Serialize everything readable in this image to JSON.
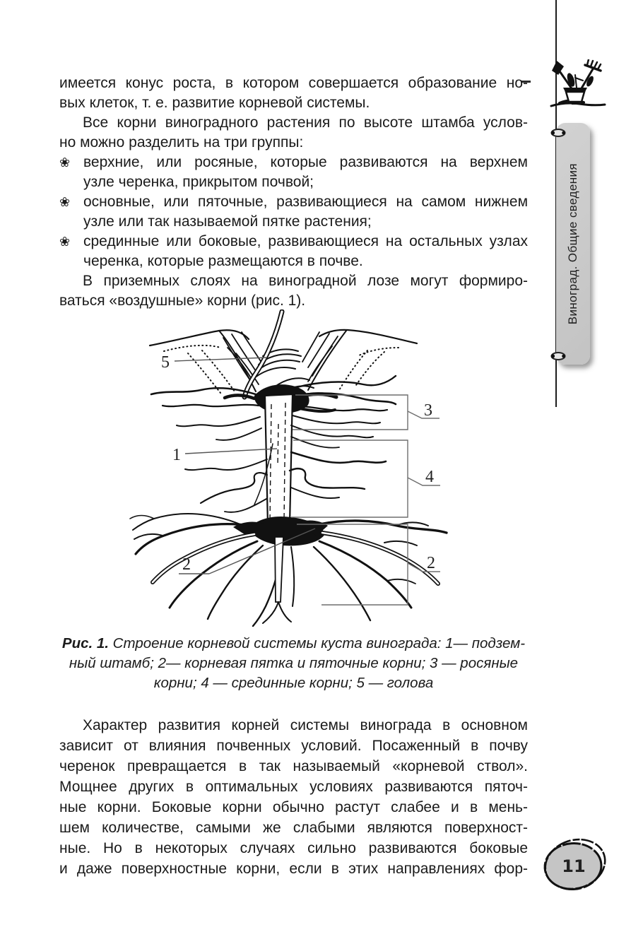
{
  "sidebar": {
    "tab_label": "Виноград. Общие сведения"
  },
  "page_number": "11",
  "content": {
    "bullet": "❀",
    "p1": [
      "имеется конус роста, в котором совершается образование но-",
      "вых клеток, т. е. развитие корневой системы."
    ],
    "p2": [
      "Все корни виноградного растения по высоте штамба услов-",
      "но можно разделить на три группы:"
    ],
    "b1": [
      "верхние, или росяные, которые развиваются на верхнем",
      "узле черенка, прикрытом почвой;"
    ],
    "b2": [
      "основные, или пяточные, развивающиеся на самом нижнем",
      "узле или так называемой пятке растения;"
    ],
    "b3": [
      "срединные или боковые, развивающиеся на остальных узлах",
      "черенка, которые размещаются в почве."
    ],
    "p3": [
      "В приземных слоях на виноградной лозе могут формиро-",
      "ваться «воздушные» корни (рис. 1)."
    ],
    "caption": {
      "bold": "Рис. 1.",
      "line1_rest": " Строение корневой системы куста винограда: 1— подзем-",
      "line2": "ный штамб; 2— корневая пятка и пяточные корни; 3 — росяные",
      "line3": "корни; 4 — срединные корни; 5 — голова"
    },
    "p4": [
      "Характер развития корней системы винограда в основном",
      "зависит от влияния почвенных условий. Посаженный в почву",
      "черенок превращается в так называемый «корневой ствол».",
      "Мощнее других в оптимальных условиях развиваются пяточ-",
      "ные корни. Боковые корни обычно растут слабее и в мень-",
      "шем количестве, самыми же слабыми являются поверхност-",
      "ные. Но в некоторых случаях сильно развиваются боковые",
      "и даже поверхностные корни, если в этих направлениях фор-"
    ]
  },
  "figure": {
    "labels": {
      "n1": "1",
      "n2": "2",
      "n2_left": "2",
      "n3": "3",
      "n4": "4",
      "n5": "5"
    }
  },
  "colors": {
    "tab_gray": "#c9c9c9",
    "badge_gray": "#c5c5c5",
    "ink": "#111111"
  }
}
